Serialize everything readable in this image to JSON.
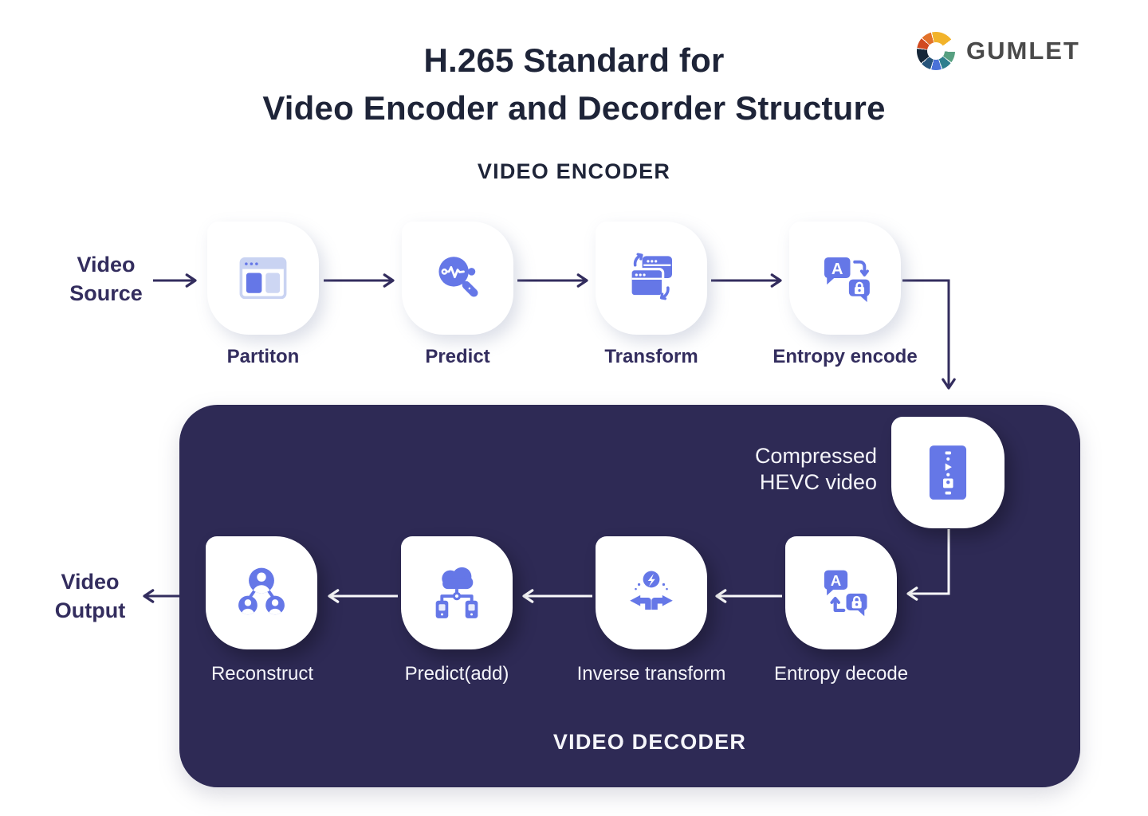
{
  "header": {
    "title_line1": "H.265 Standard for",
    "title_line2": "Video Encoder and Decorder Structure",
    "logo": {
      "text": "GUMLET",
      "icon": "gumlet-color-wheel-icon"
    }
  },
  "encoder": {
    "section_label": "VIDEO ENCODER",
    "source_label": {
      "line1": "Video",
      "line2": "Source"
    },
    "steps": [
      {
        "label": "Partiton",
        "icon": "window-partition-icon"
      },
      {
        "label": "Predict",
        "icon": "magnifier-pulse-icon"
      },
      {
        "label": "Transform",
        "icon": "windows-swap-icon"
      },
      {
        "label": "Entropy encode",
        "icon": "chat-translate-lock-icon"
      }
    ]
  },
  "decoder": {
    "section_label": "VIDEO DECODER",
    "compressed_label": {
      "line1": "Compressed",
      "line2": "HEVC video"
    },
    "compressed_icon": "zip-video-file-icon",
    "steps": [
      {
        "label": "Entropy decode",
        "icon": "chat-translate-unlock-icon"
      },
      {
        "label": "Inverse transform",
        "icon": "diverging-arrows-bolt-icon"
      },
      {
        "label": "Predict(add)",
        "icon": "cloud-devices-icon"
      },
      {
        "label": "Reconstruct",
        "icon": "users-network-icon"
      }
    ],
    "output_label": {
      "line1": "Video",
      "line2": "Output"
    }
  },
  "colors": {
    "accent_blue": "#6577e7",
    "accent_lavender": "#cdd6f3",
    "panel_navy": "#2e2a55",
    "arrow_dark": "#332d5e",
    "arrow_light": "#fafafc",
    "title_dark": "#1e2438",
    "logo_gray": "#4a4a4a"
  }
}
